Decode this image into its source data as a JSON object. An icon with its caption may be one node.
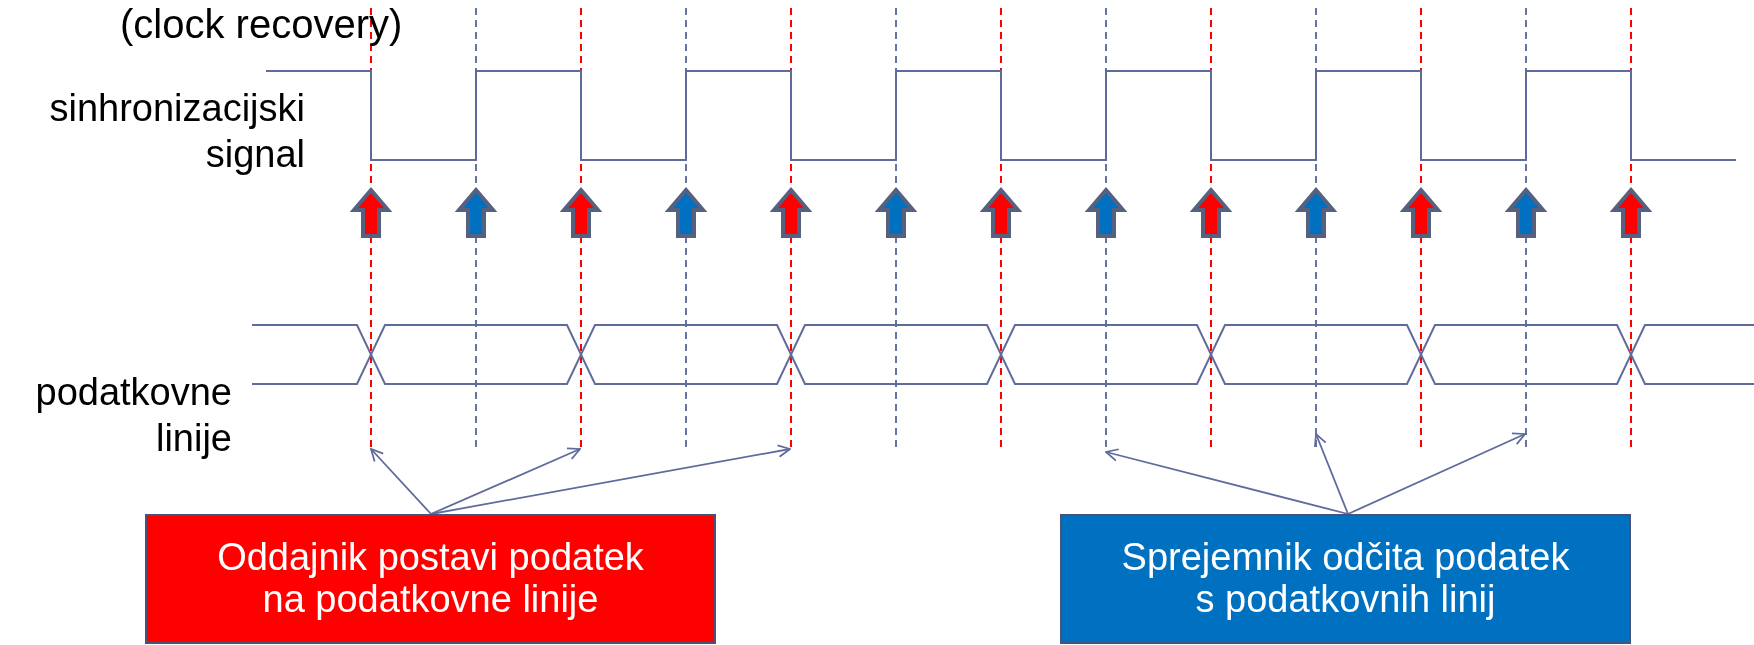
{
  "diagram": {
    "title": "(clock recovery)",
    "nodes": [
      {
        "text": [
          "Oddajnik postavi podatek na podatkovne linije"
        ]
      },
      {
        "text": [
          "Sprejemnik odčita podatek s podatkovnih linij"
        ]
      }
    ],
    "edges": [
      {
        "from": 0,
        "to": null,
        "arrow": "to"
      },
      {
        "from": 0,
        "to": null,
        "arrow": "to"
      },
      {
        "from": 0,
        "to": null,
        "arrow": "to"
      },
      {
        "from": 1,
        "to": null,
        "arrow": "to"
      },
      {
        "from": 1,
        "to": null,
        "arrow": "to"
      },
      {
        "from": 1,
        "to": null,
        "arrow": "to"
      }
    ],
    "labels": [
      "sinhronizacijski signal",
      "podatkovne linije"
    ]
  }
}
